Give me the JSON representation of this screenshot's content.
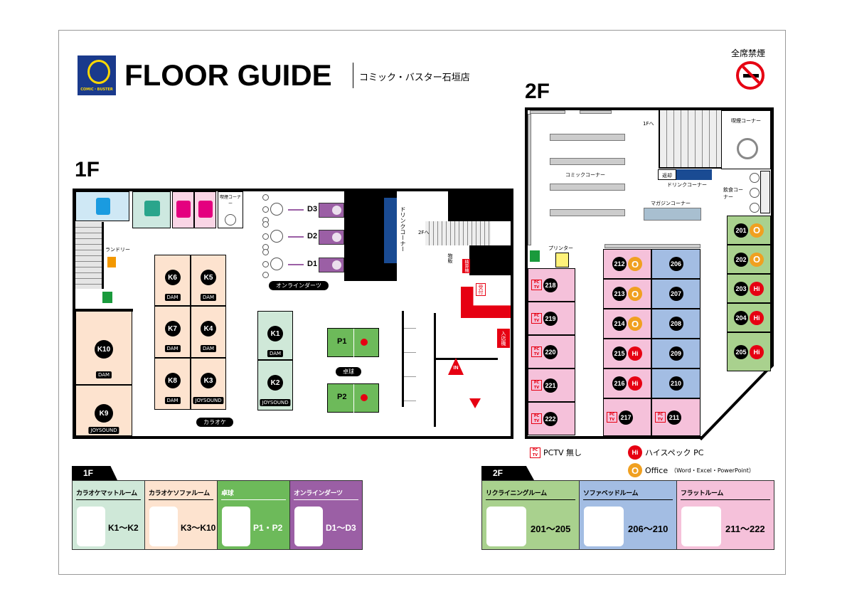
{
  "header": {
    "logo_text": "COMIC・BUSTER",
    "title": "FLOOR GUIDE",
    "store": "コミック・バスター石垣店",
    "no_smoking": "全席禁煙"
  },
  "floor1": {
    "label": "1F",
    "laundry": "ランドリー",
    "smoking": "喫煙コーナー",
    "drink": "ドリンクコーナー",
    "stairs_up": "2Fへ",
    "goods": "物販",
    "checkout": "精算機",
    "reception": "受付",
    "entry_machine": "入店機",
    "in": "IN",
    "karaoke_label": "カラオケ",
    "pingpong_label": "卓球",
    "darts_label": "オンラインダーツ",
    "karaoke": [
      {
        "id": "K6",
        "sys": "DAM"
      },
      {
        "id": "K5",
        "sys": "DAM"
      },
      {
        "id": "K7",
        "sys": "DAM"
      },
      {
        "id": "K4",
        "sys": "DAM"
      },
      {
        "id": "K8",
        "sys": "DAM"
      },
      {
        "id": "K3",
        "sys": "JOYSOUND"
      },
      {
        "id": "K1",
        "sys": "DAM"
      },
      {
        "id": "K2",
        "sys": "JOYSOUND"
      },
      {
        "id": "K10",
        "sys": "DAM"
      },
      {
        "id": "K9",
        "sys": "JOYSOUND"
      }
    ],
    "pingpong": [
      "P1",
      "P2"
    ],
    "darts": [
      "D3",
      "D2",
      "D1"
    ]
  },
  "floor2": {
    "label": "2F",
    "stairs_down": "1Fへ",
    "smoking": "喫煙コーナー",
    "comic": "コミックコーナー",
    "return": "返却",
    "drink": "ドリンクコーナー",
    "eating": "飲食コーナー",
    "magazine": "マガジンコーナー",
    "printer": "プリンター",
    "rooms": [
      {
        "id": "201",
        "badge": "O"
      },
      {
        "id": "202",
        "badge": "O"
      },
      {
        "id": "203",
        "badge": "Hi"
      },
      {
        "id": "204",
        "badge": "Hi"
      },
      {
        "id": "205",
        "badge": "Hi"
      },
      {
        "id": "212",
        "badge": "O"
      },
      {
        "id": "213",
        "badge": "O"
      },
      {
        "id": "214",
        "badge": "O"
      },
      {
        "id": "215",
        "badge": "Hi"
      },
      {
        "id": "216",
        "badge": "Hi"
      },
      {
        "id": "206",
        "badge": ""
      },
      {
        "id": "207",
        "badge": ""
      },
      {
        "id": "208",
        "badge": ""
      },
      {
        "id": "209",
        "badge": ""
      },
      {
        "id": "210",
        "badge": ""
      },
      {
        "id": "217",
        "badge": "PCTV"
      },
      {
        "id": "211",
        "badge": "PCTV"
      },
      {
        "id": "218",
        "badge": "PCTV"
      },
      {
        "id": "219",
        "badge": "PCTV"
      },
      {
        "id": "220",
        "badge": "PCTV"
      },
      {
        "id": "221",
        "badge": "PCTV"
      },
      {
        "id": "222",
        "badge": "PCTV"
      }
    ]
  },
  "legend_icons": {
    "pctv_icon": "PC TV",
    "pctv": "PCTV 無し",
    "hi_icon": "Hi",
    "hi": "ハイスペック PC",
    "office_icon": "O",
    "office": "Office",
    "office_detail": "（Word・Excel・PowerPoint）"
  },
  "legend1": {
    "tab": "1F",
    "items": [
      {
        "name": "カラオケマットルーム",
        "range": "K1〜K2",
        "color": "#cfe8d8"
      },
      {
        "name": "カラオケソファルーム",
        "range": "K3〜K10",
        "color": "#fde3cf"
      },
      {
        "name": "卓球",
        "range": "P1・P2",
        "color": "#6dba5a"
      },
      {
        "name": "オンラインダーツ",
        "range": "D1〜D3",
        "color": "#9b5fa5"
      }
    ]
  },
  "legend2": {
    "tab": "2F",
    "items": [
      {
        "name": "リクライニングルーム",
        "range": "201〜205",
        "color": "#a9d18e"
      },
      {
        "name": "ソファベッドルーム",
        "range": "206〜210",
        "color": "#a3bde3"
      },
      {
        "name": "フラットルーム",
        "range": "211〜222",
        "color": "#f5c1da"
      }
    ]
  }
}
